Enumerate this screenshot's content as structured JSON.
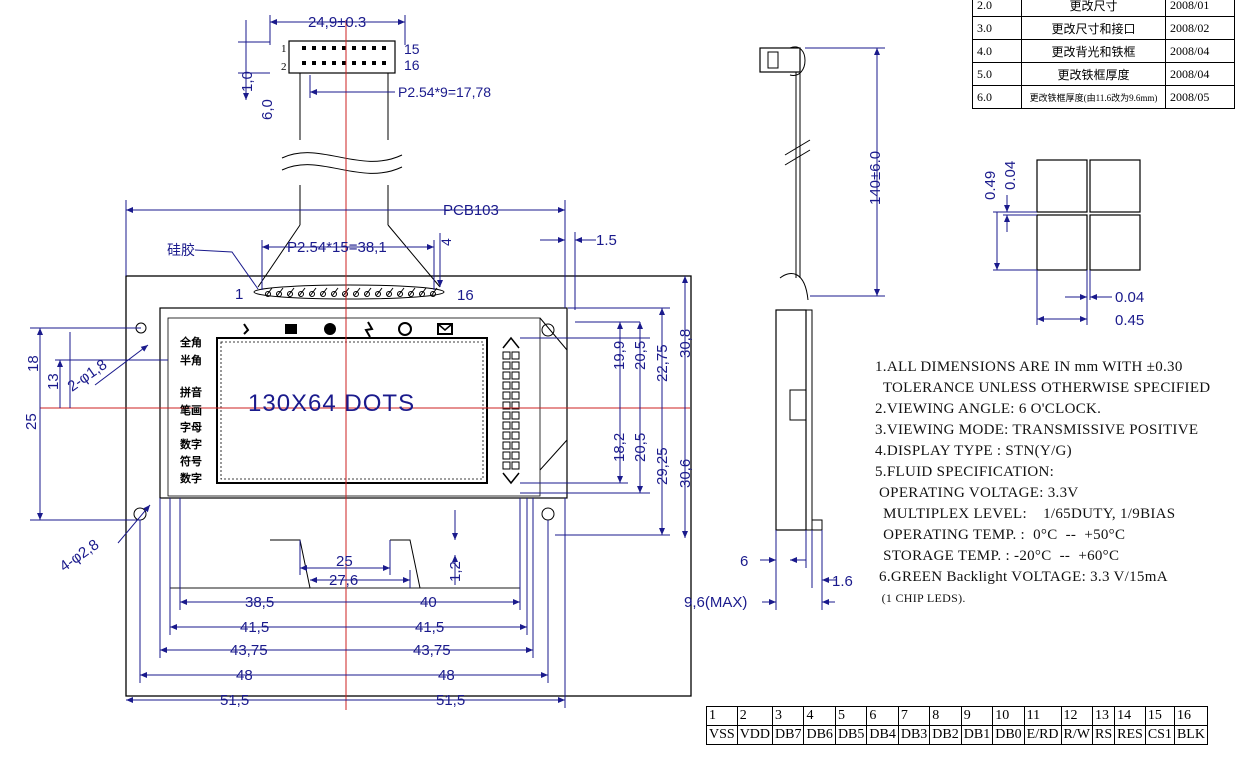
{
  "front_view": {
    "connector_width": "24,9±0.3",
    "pin_pitch_top": "P2.54*9=17,78",
    "dim_1_0": "1,0",
    "dim_6_0": "6,0",
    "conn_num_1": "1",
    "conn_num_2": "2",
    "conn_num_15": "15",
    "conn_num_16": "16",
    "pcb": "PCB103",
    "silicone": "硅胶",
    "pin_pitch_pads": "P2.54*15=38,1",
    "dim_4": "4",
    "dim_1_5": "1.5",
    "pad_1": "1",
    "pad_16": "16",
    "display_text": "130X64  DOTS",
    "side_labels": [
      "全角",
      "半角",
      "拼音",
      "笔画",
      "字母",
      "数字",
      "符号",
      "数字"
    ],
    "dim_18": "18",
    "dim_13": "13",
    "hole_small": "2-φ1,8",
    "dim_25": "25",
    "hole_large": "4-φ2,8",
    "r_19_9": "19,9",
    "r_20_5a": "20,5",
    "r_22_75": "22,75",
    "r_30_8": "30,8",
    "r_18_2": "18,2",
    "r_20_5b": "20,5",
    "r_29_25": "29,25",
    "r_30_6": "30,6",
    "b_25": "25",
    "b_27_6": "27,6",
    "b_1_2": "1,2",
    "b_38_5": "38,5",
    "b_40": "40",
    "b_41_5_l": "41,5",
    "b_41_5_r": "41,5",
    "b_43_75_l": "43,75",
    "b_43_75_r": "43,75",
    "b_48_l": "48",
    "b_48_r": "48",
    "b_51_5_l": "51,5",
    "b_51_5_r": "51,5"
  },
  "side_view": {
    "cable_length": "140±6.0",
    "dim_6": "6",
    "dim_1_6": "1.6",
    "max_thickness": "9,6(MAX)"
  },
  "dot_detail": {
    "dim_0_49": "0.49",
    "dim_0_04_v": "0.04",
    "dim_0_04_h": "0.04",
    "dim_0_45": "0.45"
  },
  "revisions": [
    {
      "rev": "2.0",
      "desc": "更改尺寸",
      "date": "2008/01"
    },
    {
      "rev": "3.0",
      "desc": "更改尺寸和接口",
      "date": "2008/02"
    },
    {
      "rev": "4.0",
      "desc": "更改背光和铁框",
      "date": "2008/04"
    },
    {
      "rev": "5.0",
      "desc": "更改铁框厚度",
      "date": "2008/04"
    },
    {
      "rev": "6.0",
      "desc": "更改铁框厚度(由11.6改为9.6mm)",
      "date": "2008/05"
    }
  ],
  "notes": [
    "1.ALL DIMENSIONS ARE IN mm WITH ±0.30",
    "  TOLERANCE UNLESS OTHERWISE SPECIFIED",
    "2.VIEWING ANGLE: 6 O'CLOCK.",
    "3.VIEWING MODE: TRANSMISSIVE POSITIVE",
    "4.DISPLAY TYPE : STN(Y/G)",
    "5.FLUID SPECIFICATION:",
    " OPERATING VOLTAGE: 3.3V",
    "  MULTIPLEX LEVEL:    1/65DUTY, 1/9BIAS",
    "  OPERATING TEMP. :  0°C  --  +50°C",
    "  STORAGE TEMP. : -20°C  --  +60°C",
    " 6.GREEN Backlight VOLTAGE: 3.3 V/15mA",
    "  (1 CHIP LEDS)."
  ],
  "pin_table": {
    "numbers": [
      "1",
      "2",
      "3",
      "4",
      "5",
      "6",
      "7",
      "8",
      "9",
      "10",
      "11",
      "12",
      "13",
      "14",
      "15",
      "16"
    ],
    "names": [
      "VSS",
      "VDD",
      "DB7",
      "DB6",
      "DB5",
      "DB4",
      "DB3",
      "DB2",
      "DB1",
      "DB0",
      "E/RD",
      "R/W",
      "RS",
      "RES",
      "CS1",
      "BLK"
    ]
  }
}
